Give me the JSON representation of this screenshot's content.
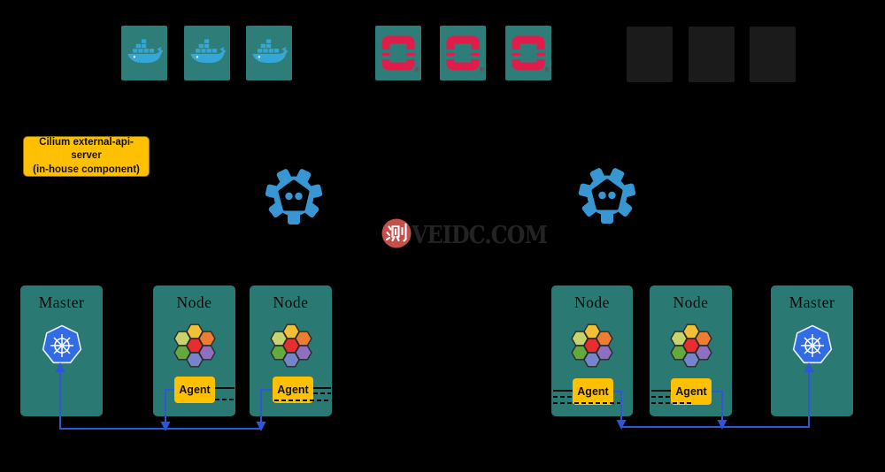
{
  "diagram": {
    "watermark": {
      "badge_char": "测",
      "site_text": "VEIDC.COM"
    },
    "callout": {
      "line1": "Cilium external-api-server",
      "line2": "(in-house component)"
    },
    "icon_tiles": {
      "docker": {
        "icon": "docker-whale-icon",
        "count": 3
      },
      "openstack": {
        "icon": "openstack-icon",
        "count": 3
      },
      "blank": {
        "icon": "blank-dark-tile",
        "count": 3
      }
    },
    "gears": {
      "icon": "robot-gear-icon",
      "count": 2
    },
    "clusters": {
      "left": {
        "master_label": "Master",
        "node1_label": "Node",
        "node2_label": "Node",
        "agent1_label": "Agent",
        "agent2_label": "Agent"
      },
      "right": {
        "node1_label": "Node",
        "node2_label": "Node",
        "master_label": "Master",
        "agent1_label": "Agent",
        "agent2_label": "Agent"
      }
    },
    "colors": {
      "background": "#000000",
      "tile_teal": "#2e7d78",
      "box_teal": "#2a7a73",
      "accent_yellow": "#ffc000",
      "openstack_red": "#e11b4a",
      "docker_blue": "#35a7d6",
      "gear_blue": "#3897d3",
      "k8s_blue": "#326ce5",
      "arrow_blue": "#2f55d8",
      "dark_tile": "#1b1b1c",
      "watermark_red": "#c5504b"
    }
  }
}
